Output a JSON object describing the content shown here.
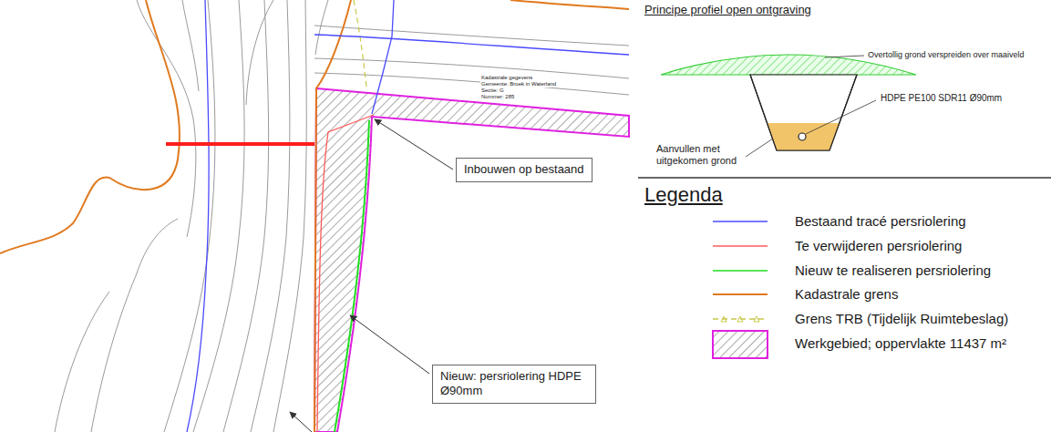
{
  "diagram": {
    "title": "Principe profiel open ontgraving",
    "nodes": [
      {
        "text": [
          "Inbouwen op bestaand"
        ]
      },
      {
        "text": [
          "Nieuw: persriolering HDPE Ø90mm"
        ]
      }
    ],
    "labels": [
      "Kadastrale gegevens",
      "Gemeente: Broek in Waterland",
      "Sectie: G",
      "Nummer: 285",
      "Overtollig grond verspreiden over maaiveld",
      "HDPE PE100 SDR11 Ø90mm",
      "Aanvullen met uitgekomen grond",
      "Legenda"
    ],
    "legend": [
      {
        "text": "Bestaand tracé persriolering"
      },
      {
        "text": "Te verwijderen persriolering"
      },
      {
        "text": "Nieuw te realiseren persriolering"
      },
      {
        "text": "Kadastrale grens"
      },
      {
        "text": "Grens TRB (Tijdelijk Ruimtebeslag)"
      },
      {
        "text": "Werkgebied; oppervlakte 11437 m²"
      }
    ]
  }
}
